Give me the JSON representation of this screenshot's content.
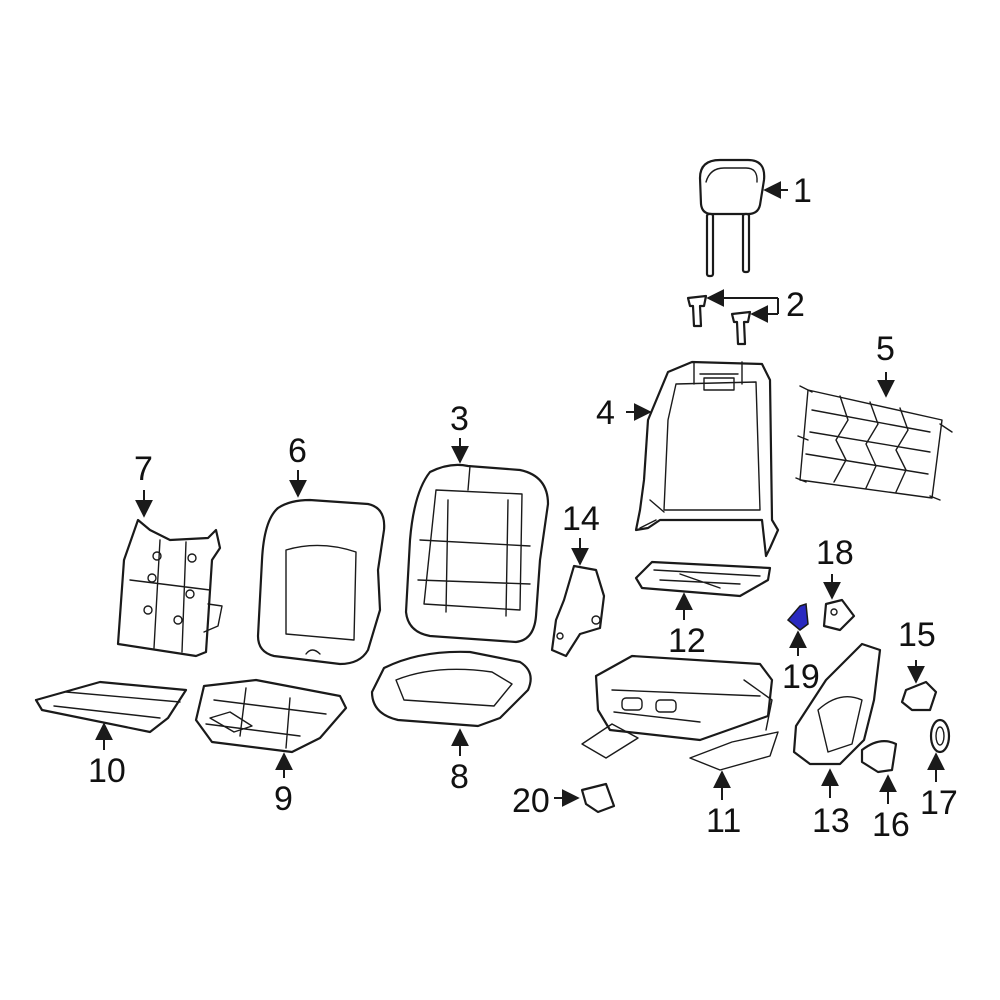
{
  "diagram": {
    "highlight_color": "#2a2ac0",
    "line_color": "#1a1a1a",
    "callouts": [
      {
        "id": "1",
        "label": "1"
      },
      {
        "id": "2",
        "label": "2"
      },
      {
        "id": "3",
        "label": "3"
      },
      {
        "id": "4",
        "label": "4"
      },
      {
        "id": "5",
        "label": "5"
      },
      {
        "id": "6",
        "label": "6"
      },
      {
        "id": "7",
        "label": "7"
      },
      {
        "id": "8",
        "label": "8"
      },
      {
        "id": "9",
        "label": "9"
      },
      {
        "id": "10",
        "label": "10"
      },
      {
        "id": "11",
        "label": "11"
      },
      {
        "id": "12",
        "label": "12"
      },
      {
        "id": "13",
        "label": "13"
      },
      {
        "id": "14",
        "label": "14"
      },
      {
        "id": "15",
        "label": "15"
      },
      {
        "id": "16",
        "label": "16"
      },
      {
        "id": "17",
        "label": "17"
      },
      {
        "id": "18",
        "label": "18"
      },
      {
        "id": "19",
        "label": "19"
      },
      {
        "id": "20",
        "label": "20"
      }
    ],
    "highlighted_part": "19"
  }
}
